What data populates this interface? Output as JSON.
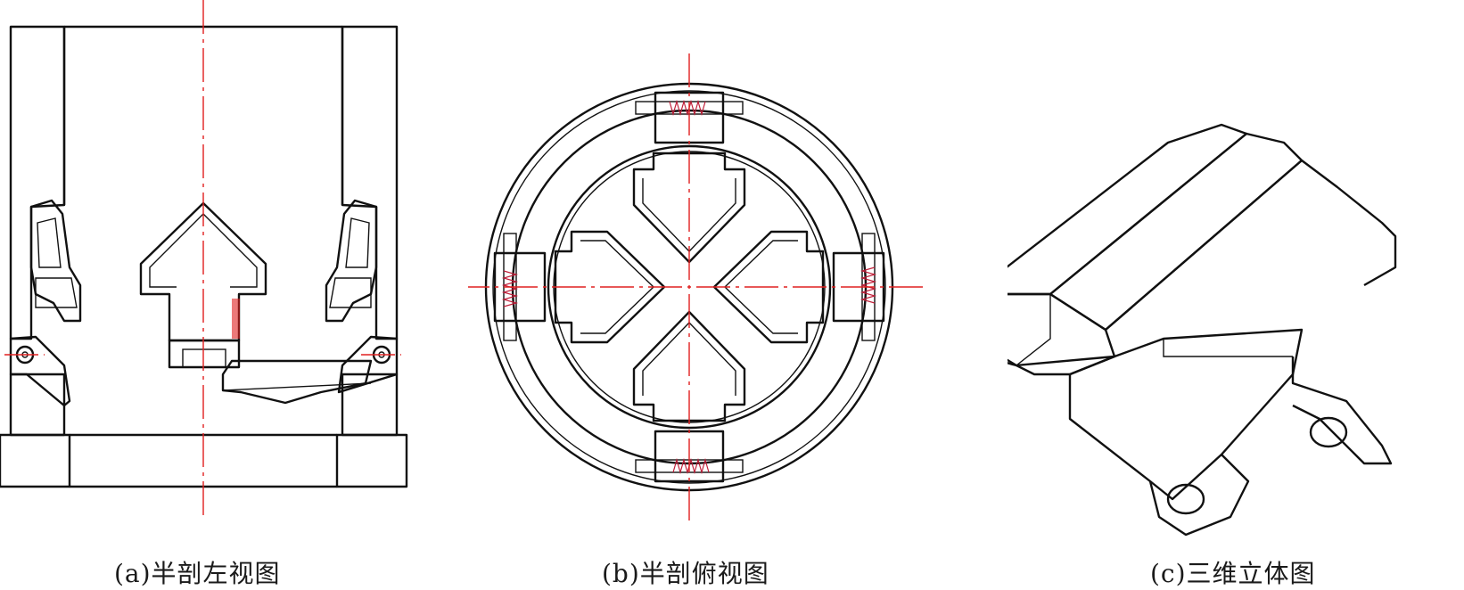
{
  "captions": {
    "a": "(a)半剖左视图",
    "b": "(b)半剖俯视图",
    "c": "(c)三维立体图"
  },
  "colors": {
    "outline": "#111111",
    "centerline": "#e02020",
    "hatch": "#4fb3c8",
    "spring": "#c0203a"
  }
}
